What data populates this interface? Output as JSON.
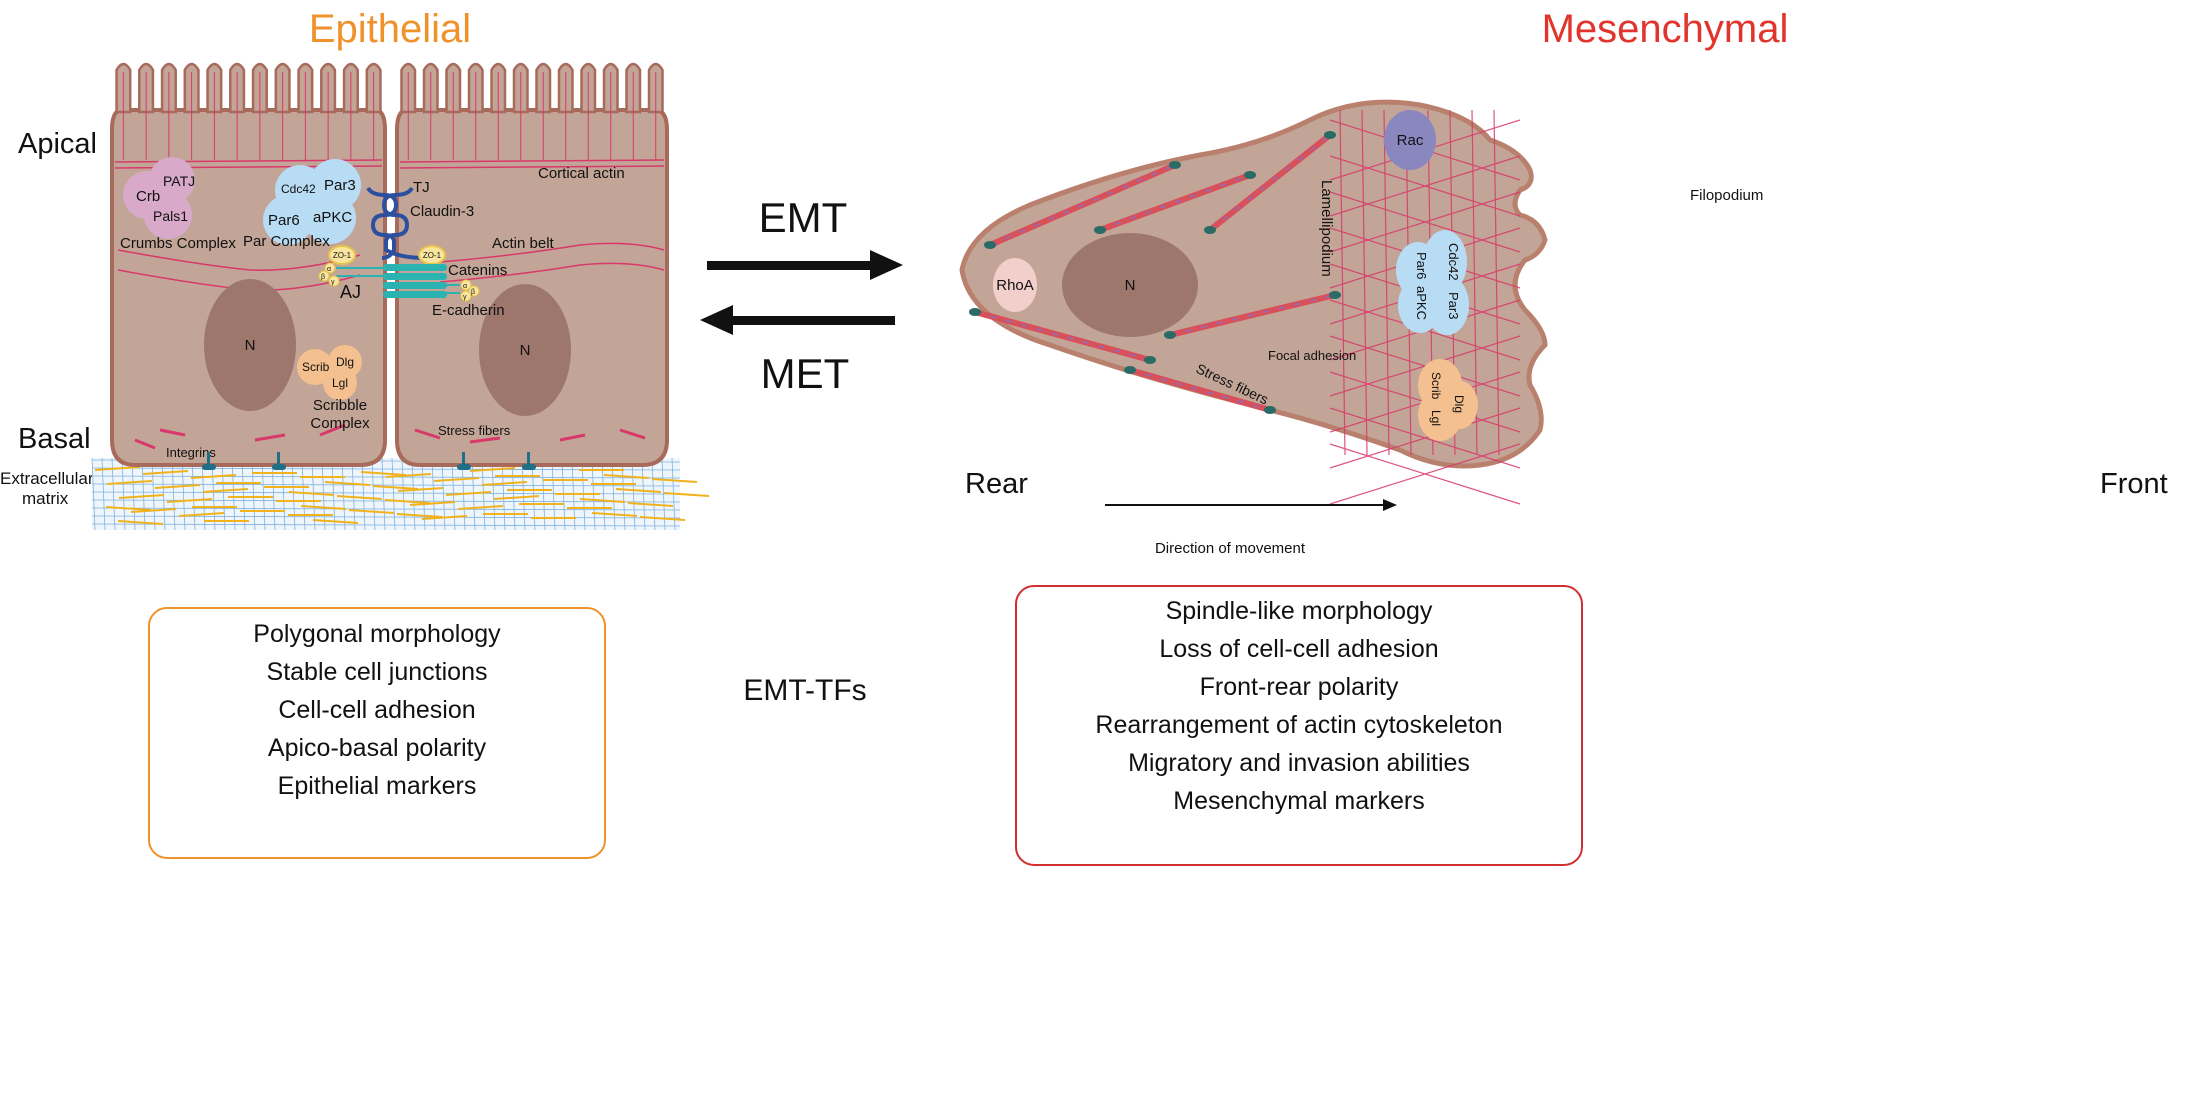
{
  "colors": {
    "epithelial": "#f0922c",
    "mesenchymal": "#e0342c",
    "cell_fill": "#c3a597",
    "cell_border": "#a86a5a",
    "nucleus": "#9d776c",
    "crumbs": "#d8a9c9",
    "par": "#b8dcf4",
    "scribble": "#f4c08f",
    "rac": "#8a87bf",
    "rhoa": "#f3cfcc",
    "actin": "#d8386a",
    "cadherin": "#2ab3b0",
    "tj": "#2c4fa0"
  },
  "epithelial": {
    "title": "Epithelial",
    "apical": "Apical",
    "basal": "Basal",
    "ecm": [
      "Extracellular",
      "matrix"
    ],
    "nucleus": "N",
    "crumbs": {
      "crb": "Crb",
      "patj": "PATJ",
      "pals1": "Pals1",
      "label": "Crumbs Complex"
    },
    "par": {
      "cdc42": "Cdc42",
      "par3": "Par3",
      "par6": "Par6",
      "apkc": "aPKC",
      "label": "Par Complex"
    },
    "scribble": {
      "scrib": "Scrib",
      "dlg": "Dlg",
      "lgl": "Lgl",
      "label": [
        "Scribble",
        "Complex"
      ]
    },
    "tj": "TJ",
    "claudin": "Claudin-3",
    "zo1": "ZO-1",
    "catenins": "Catenins",
    "aj": "AJ",
    "ecadherin": "E-cadherin",
    "cortical_actin": "Cortical actin",
    "actin_belt": "Actin belt",
    "stress_fibers": "Stress fibers",
    "integrins": "Integrins",
    "greek": {
      "a": "α",
      "b": "β",
      "g": "γ"
    },
    "traits": [
      "Polygonal morphology",
      "Stable cell junctions",
      "Cell-cell adhesion",
      "Apico-basal polarity",
      "Epithelial markers"
    ]
  },
  "transition": {
    "emt": "EMT",
    "met": "MET",
    "tfs": "EMT-TFs"
  },
  "mesenchymal": {
    "title": "Mesenchymal",
    "rear": "Rear",
    "front": "Front",
    "direction": "Direction of movement",
    "nucleus": "N",
    "rac": "Rac",
    "rhoa": "RhoA",
    "filopodium": "Filopodium",
    "lamellipodium": "Lamellipodium",
    "focal_adhesion": "Focal adhesion",
    "stress_fibers": "Stress fibers",
    "par": {
      "cdc42": "Cdc42",
      "par3": "Par3",
      "par6": "Par6",
      "apkc": "aPKC"
    },
    "scribble": {
      "scrib": "Scrib",
      "dlg": "Dlg",
      "lgl": "Lgl"
    },
    "traits": [
      "Spindle-like morphology",
      "Loss of cell-cell adhesion",
      "Front-rear polarity",
      "Rearrangement of actin cytoskeleton",
      "Migratory and invasion abilities",
      "Mesenchymal markers"
    ]
  }
}
